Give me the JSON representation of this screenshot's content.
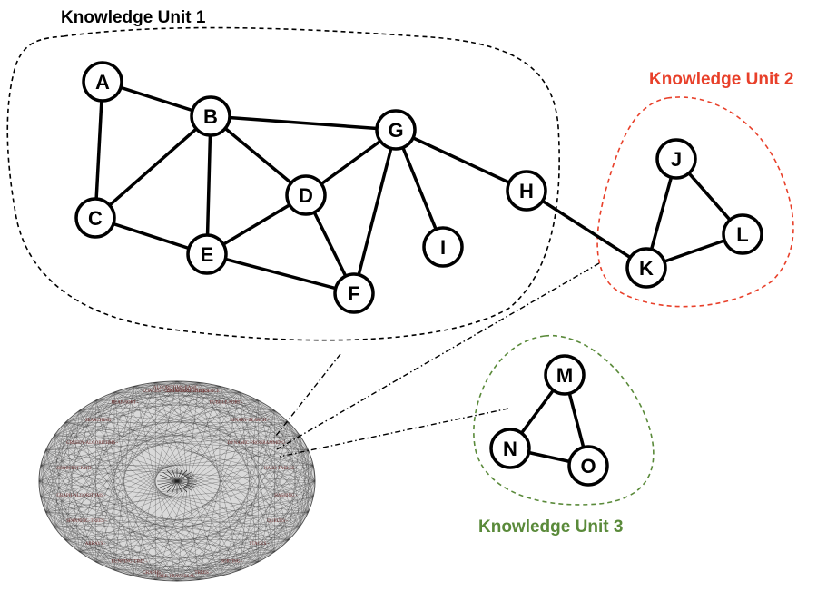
{
  "colors": {
    "unit1": "#000000",
    "unit2": "#e8402a",
    "unit3": "#5a8a3a",
    "overview_labels": "#6b2a2a"
  },
  "units": [
    {
      "id": "unit1",
      "label": "Knowledge Unit 1"
    },
    {
      "id": "unit2",
      "label": "Knowledge Unit 2"
    },
    {
      "id": "unit3",
      "label": "Knowledge Unit 3"
    }
  ],
  "nodes": [
    {
      "id": "A",
      "unit": "unit1"
    },
    {
      "id": "B",
      "unit": "unit1"
    },
    {
      "id": "C",
      "unit": "unit1"
    },
    {
      "id": "D",
      "unit": "unit1"
    },
    {
      "id": "E",
      "unit": "unit1"
    },
    {
      "id": "F",
      "unit": "unit1"
    },
    {
      "id": "G",
      "unit": "unit1"
    },
    {
      "id": "H",
      "unit": "unit1"
    },
    {
      "id": "I",
      "unit": "unit1"
    },
    {
      "id": "J",
      "unit": "unit2"
    },
    {
      "id": "K",
      "unit": "unit2"
    },
    {
      "id": "L",
      "unit": "unit2"
    },
    {
      "id": "M",
      "unit": "unit3"
    },
    {
      "id": "N",
      "unit": "unit3"
    },
    {
      "id": "O",
      "unit": "unit3"
    }
  ],
  "edges": [
    [
      "A",
      "B"
    ],
    [
      "A",
      "C"
    ],
    [
      "B",
      "C"
    ],
    [
      "B",
      "E"
    ],
    [
      "B",
      "D"
    ],
    [
      "B",
      "G"
    ],
    [
      "C",
      "E"
    ],
    [
      "E",
      "D"
    ],
    [
      "E",
      "F"
    ],
    [
      "D",
      "F"
    ],
    [
      "D",
      "G"
    ],
    [
      "G",
      "F"
    ],
    [
      "G",
      "I"
    ],
    [
      "G",
      "H"
    ],
    [
      "H",
      "K"
    ],
    [
      "J",
      "K"
    ],
    [
      "J",
      "L"
    ],
    [
      "K",
      "L"
    ],
    [
      "M",
      "N"
    ],
    [
      "M",
      "O"
    ],
    [
      "N",
      "O"
    ]
  ],
  "overview_graph": {
    "labels": [
      "ALGORITHMS-BASIC -",
      "DATA-STRUCTURES -",
      "BUBBLE-SORT -",
      "BINARY-SEARCH -",
      "DYNAMIC-PROGRAMMING -",
      "HASH-TABLES -",
      "HASHING -",
      "QUEUES -",
      "STACKS -",
      "SORTING -",
      "TREES -",
      "TREE-TRAVERSAL -",
      "GRAPHS -",
      "RUNNING-TIME -",
      "ARRAYS -",
      "SPANNING-TREES -",
      "GRAPH-ALGORITHMS -",
      "SHORTEST-PATH -",
      "GREEDY-ALGORITHMS -",
      "SEARCHING -",
      "HEAP-SORT -",
      "LONGEST-COMMON-SUBSEQUENCE -"
    ]
  }
}
